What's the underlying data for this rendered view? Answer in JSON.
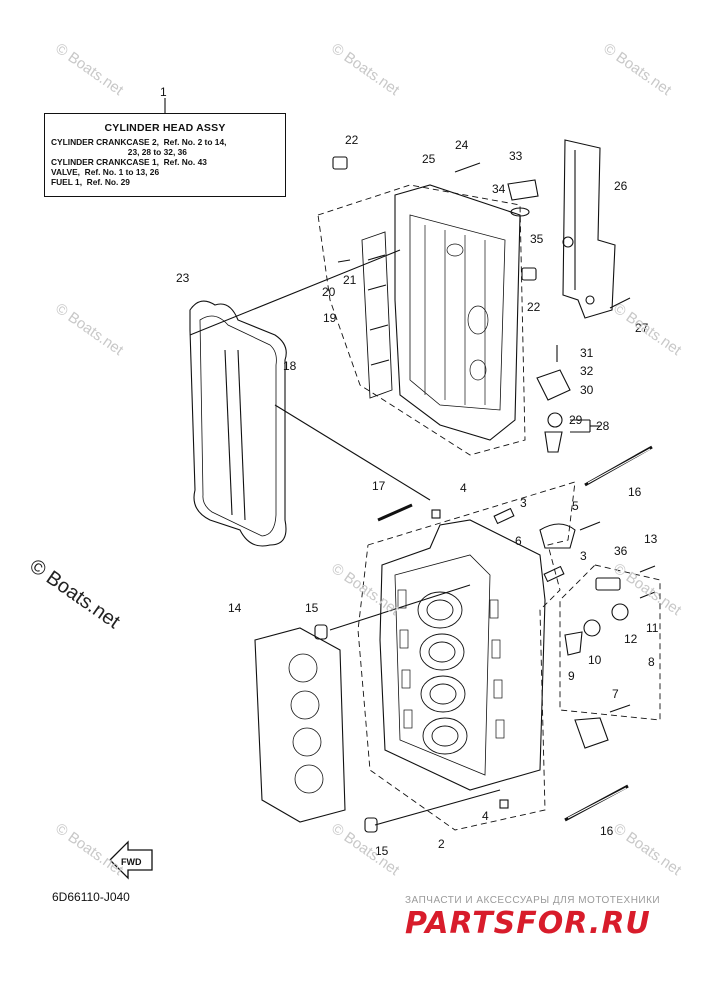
{
  "info_box": {
    "title": "CYLINDER HEAD ASSY",
    "lines": [
      "CYLINDER CRANKCASE 2,  Ref. No. 2 to 14,",
      "                                 23, 28 to 32, 36",
      "CYLINDER CRANKCASE 1,  Ref. No. 43",
      "VALVE,  Ref. No. 1 to 13, 26",
      "FUEL 1,  Ref. No. 29"
    ]
  },
  "diagram_code": "6D66110-J040",
  "fwd_label": "FWD",
  "watermark": "© Boats.net",
  "brand": {
    "tagline": "ЗАПЧАСТИ И АКСЕССУАРЫ ДЛЯ МОТОТЕХНИКИ",
    "name": "PARTSFOR.RU"
  },
  "callouts": [
    "1",
    "2",
    "3",
    "3",
    "4",
    "4",
    "5",
    "6",
    "7",
    "8",
    "9",
    "10",
    "11",
    "12",
    "13",
    "14",
    "15",
    "15",
    "16",
    "16",
    "17",
    "18",
    "19",
    "20",
    "21",
    "22",
    "22",
    "23",
    "24",
    "25",
    "26",
    "27",
    "28",
    "29",
    "30",
    "31",
    "32",
    "33",
    "34",
    "35",
    "36"
  ]
}
